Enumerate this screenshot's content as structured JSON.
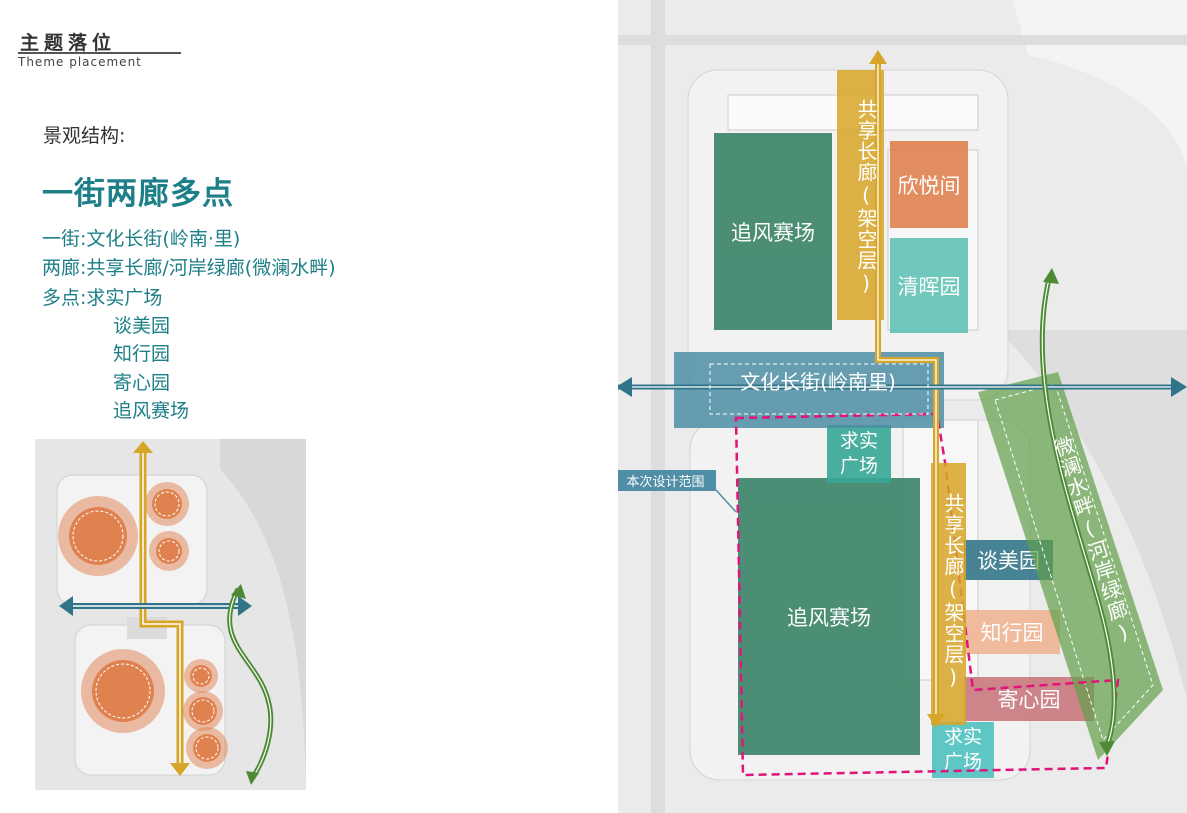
{
  "header": {
    "title_zh": "主题落位",
    "title_en": "Theme placement"
  },
  "intro": {
    "label": "景观结构:",
    "headline": "一街两廊多点",
    "street_line": "一街:文化长街(岭南·里)",
    "corridor_line": "两廊:共享长廊/河岸绿廊(微澜水畔)",
    "points_line": "多点:求实广场",
    "points_more": [
      "谈美园",
      "知行园",
      "寄心园",
      "追风赛场"
    ]
  },
  "plan": {
    "labels": {
      "corridor_top": "共享长廊(架空层)",
      "corridor_bottom": "共享长廊(架空层)",
      "river_corridor": "微澜水畔(河岸绿廊)",
      "culture_street": "文化长街(岭南里)",
      "track_north": "追风赛场",
      "track_south": "追风赛场",
      "xinyuejian": "欣悦间",
      "qinghuiyuan": "清晖园",
      "qiushi_north": "求实广场",
      "qiushi_south": "求实广场",
      "tanmeiyuan": "谈美园",
      "zhixingyuan": "知行园",
      "jixinyuan": "寄心园",
      "design_scope": "本次设计范围"
    }
  },
  "colors": {
    "teal": "#1d7f87",
    "street_blue": "#4f8ea6",
    "gold": "#d7a628",
    "green": "#4e8a35",
    "track_green": "#2f7d5f",
    "orange": "#e0824f",
    "magenta": "#e0147a",
    "pink": "#c9767c"
  }
}
